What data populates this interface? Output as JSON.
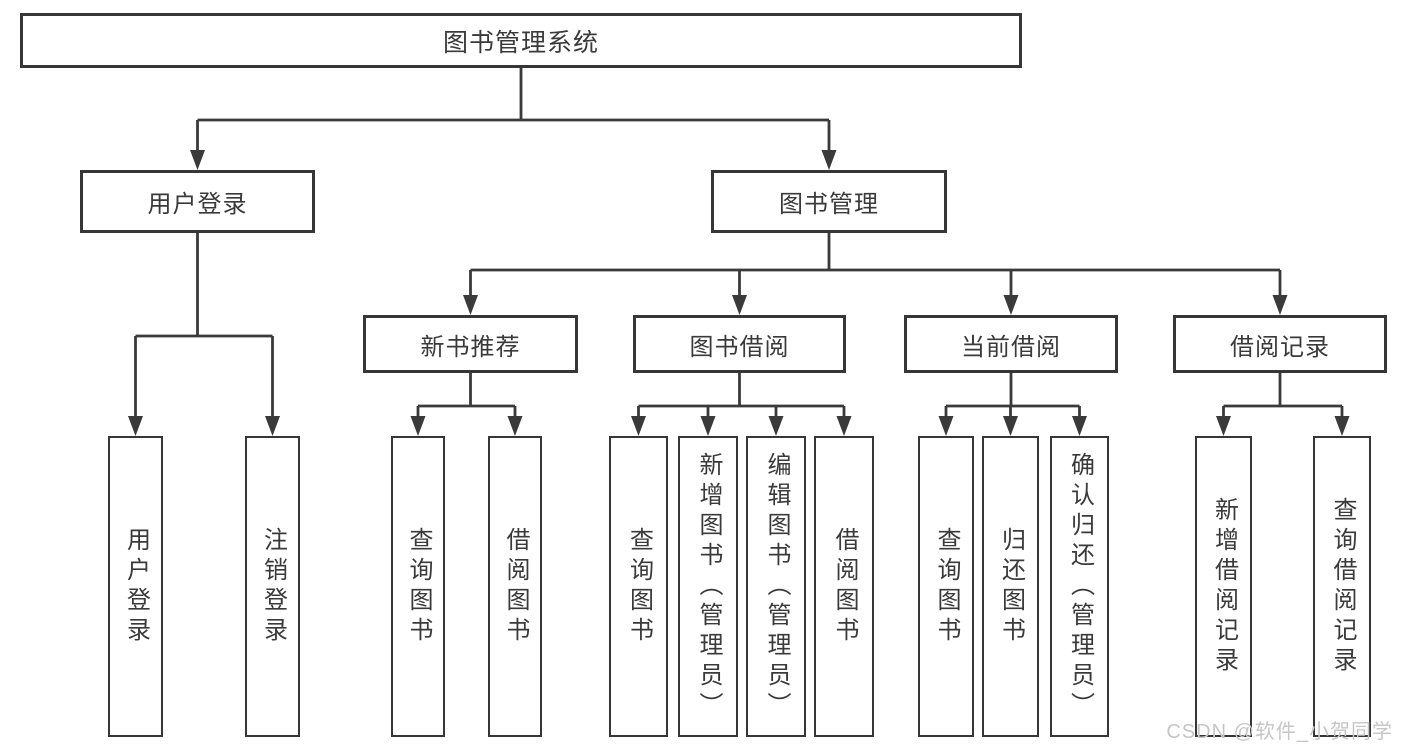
{
  "tree": {
    "label": "图书管理系统",
    "children": [
      {
        "label": "用户登录",
        "children": [
          {
            "label": "用户登录"
          },
          {
            "label": "注销登录"
          }
        ]
      },
      {
        "label": "图书管理",
        "children": [
          {
            "label": "新书推荐",
            "children": [
              {
                "label": "查询图书"
              },
              {
                "label": "借阅图书"
              }
            ]
          },
          {
            "label": "图书借阅",
            "children": [
              {
                "label": "查询图书"
              },
              {
                "label": "新增图书（管理员）"
              },
              {
                "label": "编辑图书（管理员）"
              },
              {
                "label": "借阅图书"
              }
            ]
          },
          {
            "label": "当前借阅",
            "children": [
              {
                "label": "查询图书"
              },
              {
                "label": "归还图书"
              },
              {
                "label": "确认归还（管理员）"
              }
            ]
          },
          {
            "label": "借阅记录",
            "children": [
              {
                "label": "新增借阅记录"
              },
              {
                "label": "查询借阅记录"
              }
            ]
          }
        ]
      }
    ]
  },
  "watermark": {
    "text": "CSDN @软件_小贺同学"
  },
  "colors": {
    "line": "#3a3a3a",
    "box_border": "#363636",
    "text": "#3a3a3a",
    "background": "#ffffff",
    "watermark": "#c6c6c6"
  }
}
